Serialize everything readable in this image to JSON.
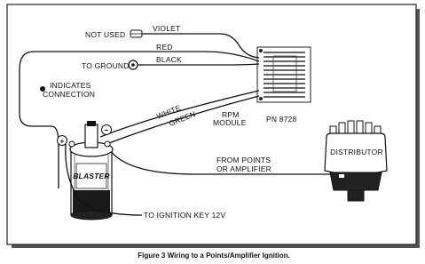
{
  "labels": {
    "not_used": "NOT USED",
    "violet": "VIOLET",
    "red": "RED",
    "to_ground": "TO GROUND",
    "black": "BLACK",
    "indicates": "INDICATES",
    "connection": "CONNECTION",
    "white": "WHITE",
    "green": "GREEN",
    "rpm": "RPM",
    "module": "MODULE",
    "part_number": "PN 8728",
    "distributor": "DISTRIBUTOR",
    "from_points": "FROM POINTS",
    "or_amplifier": "OR AMPLIFIER",
    "to_ignition_key": "TO IGNITION KEY 12V",
    "coil_brand": "BLASTER",
    "plus": "+",
    "minus": "−"
  },
  "caption": "Figure 3 Wiring to a Points/Amplifier Ignition."
}
